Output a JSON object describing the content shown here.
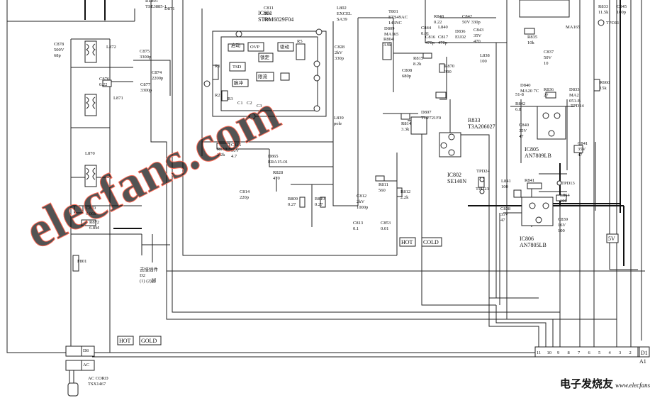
{
  "ic_labels": {
    "ic801": [
      "IC801",
      "STRM6829F04"
    ],
    "ic802": [
      "IC802",
      "SE140N"
    ],
    "ic805": [
      "IC805",
      "AN7809LB"
    ],
    "ic806": [
      "IC806",
      "AN7805LB"
    ],
    "r833": [
      "R833",
      "T3A206027"
    ]
  },
  "ic801_blocks": [
    {
      "text": "启动"
    },
    {
      "text": "OVP"
    },
    {
      "text": "驱动"
    },
    {
      "text": "TSD"
    },
    {
      "text": "锁定"
    },
    {
      "text": "限流"
    },
    {
      "text": "脉冲"
    },
    {
      "text": "R5"
    }
  ],
  "components": [
    {
      "lines": [
        "C878",
        "500V",
        "68p"
      ]
    },
    {
      "lines": [
        "L872"
      ]
    },
    {
      "lines": [
        "C875",
        "3300p"
      ]
    },
    {
      "lines": [
        "C876",
        "0.22"
      ]
    },
    {
      "lines": [
        "C874",
        "2200p"
      ]
    },
    {
      "lines": [
        "C877",
        "3300p"
      ]
    },
    {
      "lines": [
        "L871"
      ]
    },
    {
      "lines": [
        "L870"
      ]
    },
    {
      "lines": [
        "C870",
        "0.068"
      ]
    },
    {
      "lines": [
        "R872",
        "6.8M"
      ]
    },
    {
      "lines": [
        "F801"
      ]
    },
    {
      "lines": [
        "AC CORD",
        "TSX1467"
      ]
    },
    {
      "lines": [
        "RL801",
        "TSE3885-1"
      ]
    },
    {
      "lines": [
        "D871"
      ]
    },
    {
      "lines": [
        "C811",
        "35V",
        "100"
      ]
    },
    {
      "lines": [
        "L802",
        "EXCEL",
        "SA39"
      ]
    },
    {
      "lines": [
        "C828",
        "2kV",
        "330p"
      ]
    },
    {
      "lines": [
        "R1"
      ]
    },
    {
      "lines": [
        "R2"
      ]
    },
    {
      "lines": [
        "R3"
      ]
    },
    {
      "lines": [
        "C1"
      ]
    },
    {
      "lines": [
        "C2"
      ]
    },
    {
      "lines": [
        "C3"
      ]
    },
    {
      "lines": [
        "R813",
        "2.2k"
      ]
    },
    {
      "lines": [
        "C815",
        "50V",
        "4.7"
      ]
    },
    {
      "lines": [
        "D865",
        "ERA15-01"
      ]
    },
    {
      "lines": [
        "R828",
        "470"
      ]
    },
    {
      "lines": [
        "C814",
        "220p"
      ]
    },
    {
      "lines": [
        "R809",
        "0.27"
      ]
    },
    {
      "lines": [
        "R810",
        "0.27"
      ]
    },
    {
      "lines": [
        "C812",
        "2kV",
        "1000p"
      ]
    },
    {
      "lines": [
        "R811",
        "560"
      ]
    },
    {
      "lines": [
        "R812",
        "2.2k"
      ]
    },
    {
      "lines": [
        "C813",
        "0.1"
      ]
    },
    {
      "lines": [
        "C853",
        "0.01"
      ]
    },
    {
      "lines": [
        "L839",
        "pole"
      ]
    },
    {
      "lines": [
        "T801",
        "ETS49AC",
        "146NC"
      ]
    },
    {
      "lines": [
        "D809",
        "MA165"
      ]
    },
    {
      "lines": [
        "R804",
        "3.9k"
      ]
    },
    {
      "lines": [
        "C808",
        "680p"
      ]
    },
    {
      "lines": [
        "R814",
        "3.3k"
      ]
    },
    {
      "lines": [
        "D807",
        "TLP721F0"
      ]
    },
    {
      "lines": [
        "R815",
        "8.2k"
      ]
    },
    {
      "lines": [
        "C816",
        "470p"
      ]
    },
    {
      "lines": [
        "C844",
        "0.01"
      ]
    },
    {
      "lines": [
        "C817",
        "470p"
      ]
    },
    {
      "lines": [
        "L840"
      ]
    },
    {
      "lines": [
        "R848",
        "0.22"
      ]
    },
    {
      "lines": [
        "C842",
        "50V 330p"
      ]
    },
    {
      "lines": [
        "C843",
        "35V",
        "470"
      ]
    },
    {
      "lines": [
        "D836",
        "EU02"
      ]
    },
    {
      "lines": [
        "R870",
        "390"
      ]
    },
    {
      "lines": [
        "C837",
        "50V",
        "10"
      ]
    },
    {
      "lines": [
        "R835",
        "10k"
      ]
    },
    {
      "lines": [
        "MA165"
      ]
    },
    {
      "lines": [
        "L838",
        "100"
      ]
    },
    {
      "lines": [
        "D840",
        "MA20 7C"
      ]
    },
    {
      "lines": [
        "R836",
        "27"
      ]
    },
    {
      "lines": [
        "D833",
        "MA2",
        "051-B"
      ]
    },
    {
      "lines": [
        "TPD14"
      ]
    },
    {
      "lines": [
        "R842",
        "6.8"
      ]
    },
    {
      "lines": [
        "51-8"
      ]
    },
    {
      "lines": [
        "C840",
        "35V",
        "47"
      ]
    },
    {
      "lines": [
        "C841",
        "35V",
        "47"
      ]
    },
    {
      "lines": [
        "R660",
        "15k"
      ]
    },
    {
      "lines": [
        "R833",
        "11.5k"
      ]
    },
    {
      "lines": [
        "C845",
        "100p"
      ]
    },
    {
      "lines": [
        "TPD11"
      ]
    },
    {
      "lines": [
        "TPD24"
      ]
    },
    {
      "lines": [
        "TPD23"
      ]
    },
    {
      "lines": [
        "L841",
        "100"
      ]
    },
    {
      "lines": [
        "R841"
      ]
    },
    {
      "lines": [
        "TPD13"
      ]
    },
    {
      "lines": [
        "L864",
        "100"
      ]
    },
    {
      "lines": [
        "C839",
        "16V",
        "100"
      ]
    },
    {
      "lines": [
        "C838",
        "35V",
        "47"
      ]
    },
    {
      "lines": [
        "去接插件",
        "D2",
        "(1) (2)脚"
      ]
    }
  ],
  "tags": [
    {
      "text": "HOT"
    },
    {
      "text": "COLD"
    },
    {
      "text": "HOT"
    },
    {
      "text": "GOLD"
    },
    {
      "text": "5V"
    },
    {
      "text": "D1"
    }
  ],
  "connector": {
    "labels": [
      "11",
      "10",
      "9",
      "8",
      "7",
      "6",
      "5",
      "4",
      "3",
      "2"
    ],
    "name": "A1"
  },
  "plugs": [
    {
      "label": "D8"
    },
    {
      "label": "AC"
    }
  ],
  "watermark": "elecfans.com",
  "corner_logo": "电子发烧友",
  "corner_url": "www.elecfans.com"
}
